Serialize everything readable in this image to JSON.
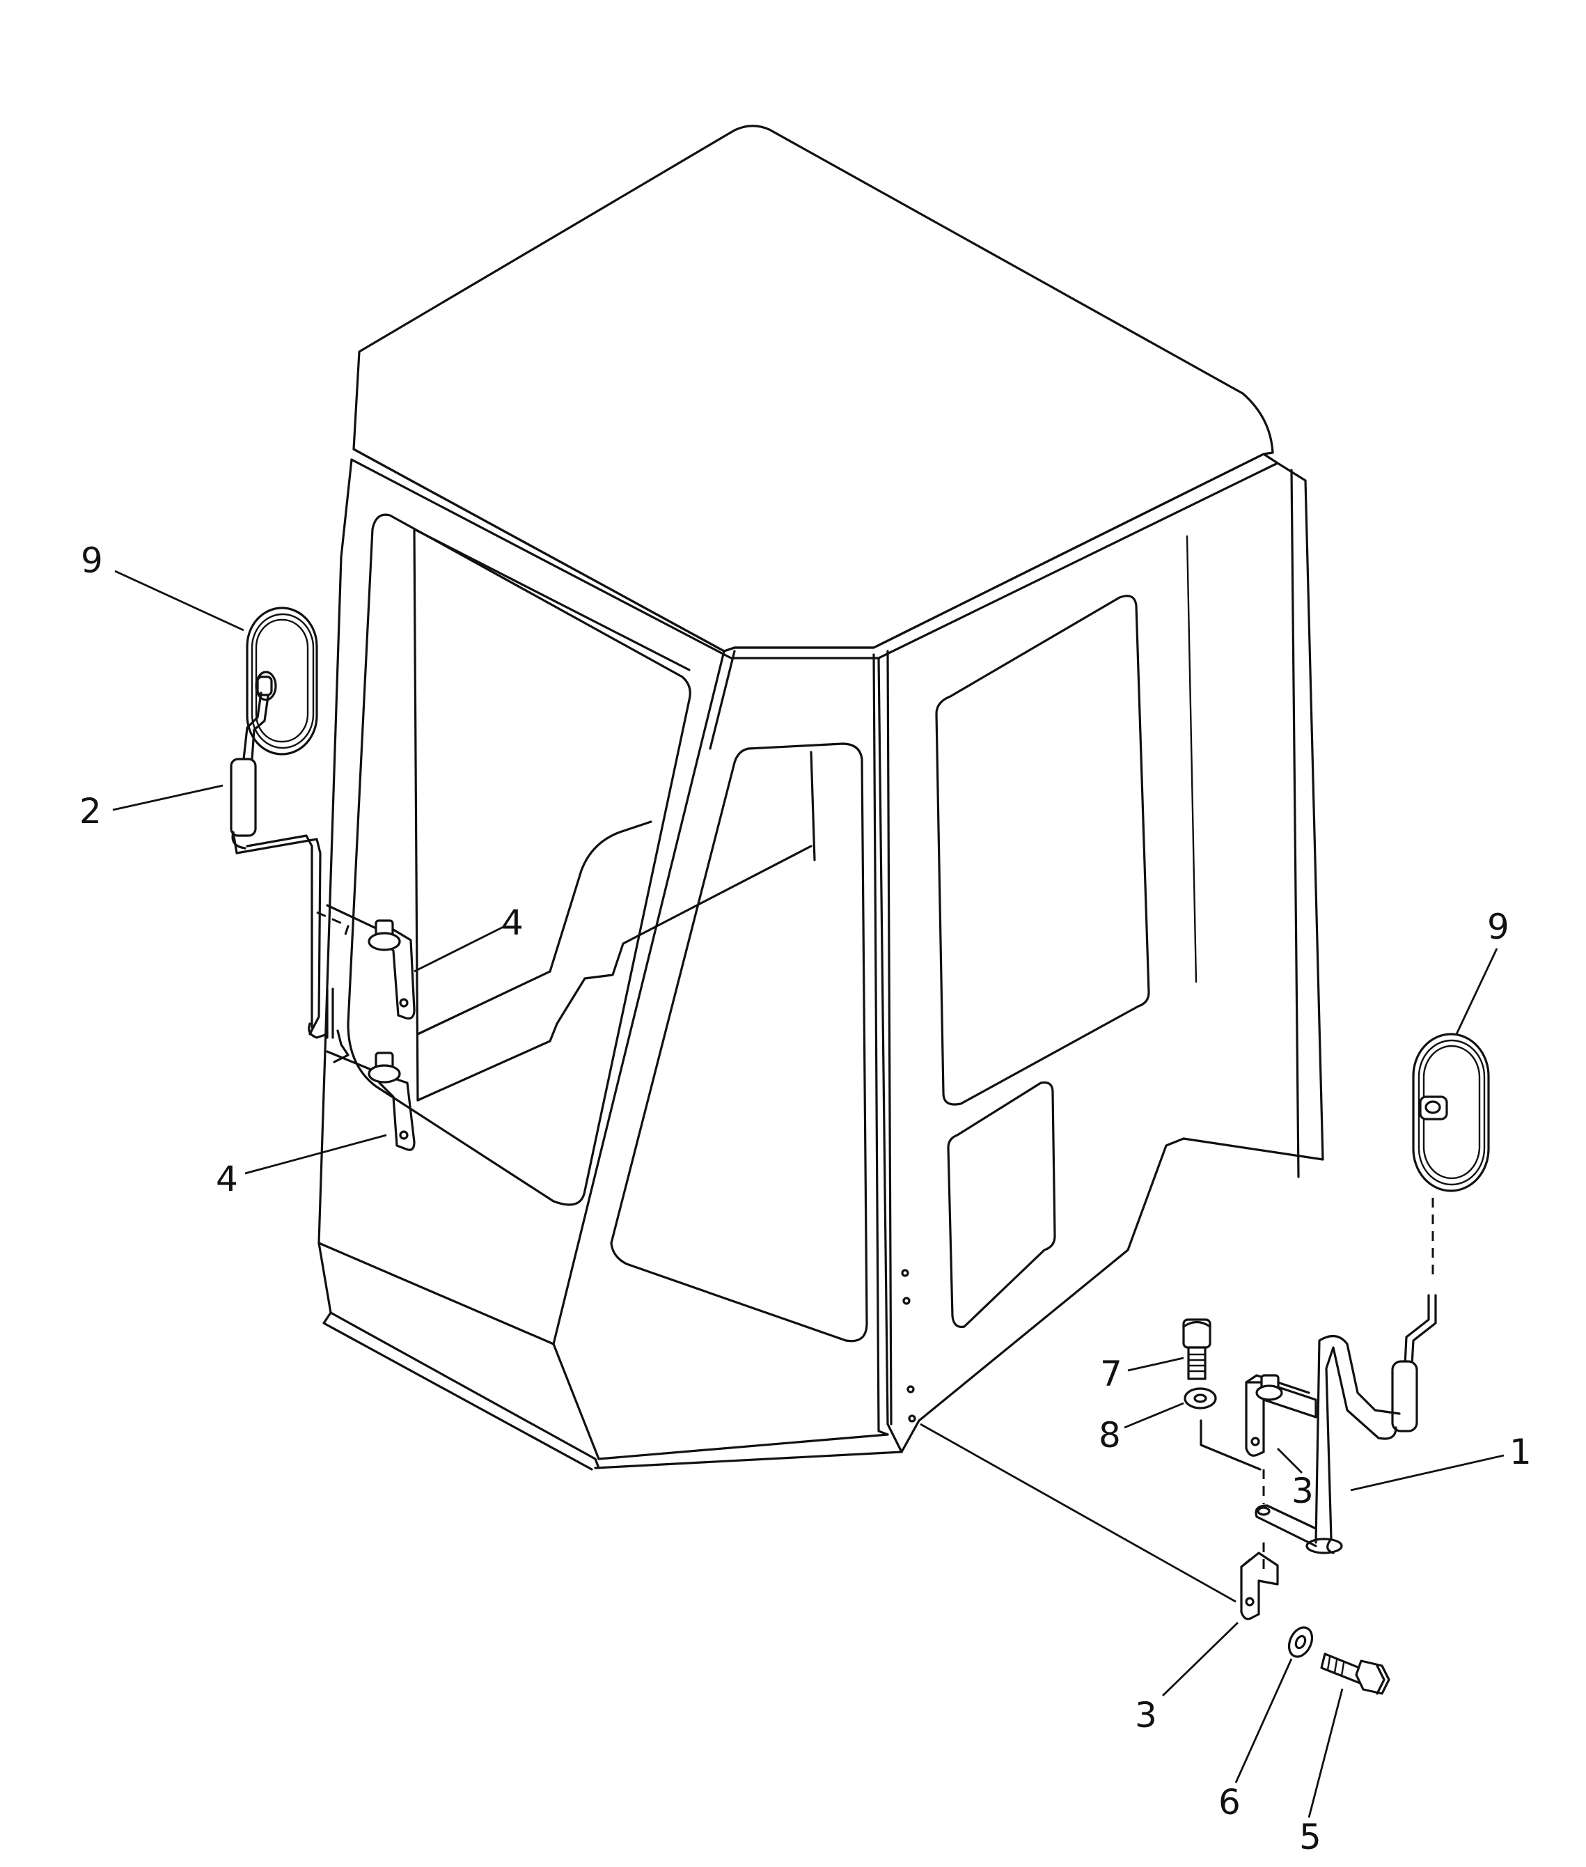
{
  "diagram": {
    "callouts": [
      {
        "id": "c9a",
        "text": "9"
      },
      {
        "id": "c2",
        "text": "2"
      },
      {
        "id": "c4a",
        "text": "4"
      },
      {
        "id": "c4b",
        "text": "4"
      },
      {
        "id": "c9b",
        "text": "9"
      },
      {
        "id": "c7",
        "text": "7"
      },
      {
        "id": "c8",
        "text": "8"
      },
      {
        "id": "c3a",
        "text": "3"
      },
      {
        "id": "c1",
        "text": "1"
      },
      {
        "id": "c3b",
        "text": "3"
      },
      {
        "id": "c6",
        "text": "6"
      },
      {
        "id": "c5",
        "text": "5"
      }
    ]
  }
}
